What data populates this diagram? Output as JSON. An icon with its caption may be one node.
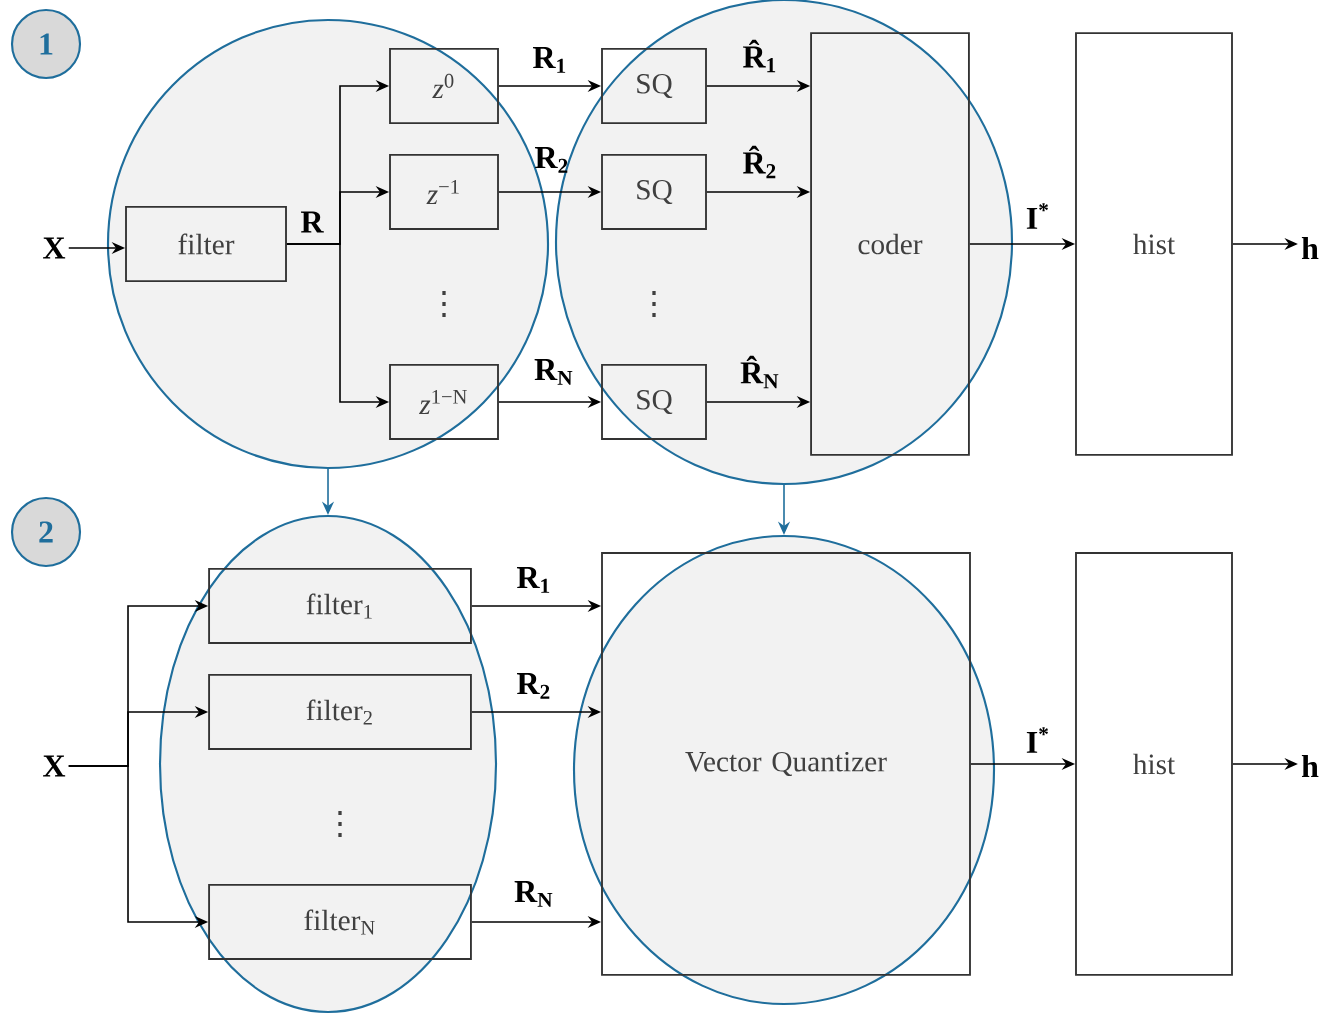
{
  "diagram": {
    "nodes": [
      {
        "text": [
          "1"
        ]
      },
      {
        "text": [
          "X"
        ]
      },
      {
        "text": [
          "filter"
        ],
        "in": 12
      },
      {
        "text": [
          "*z*$^{0}$"
        ],
        "in": 12
      },
      {
        "text": [
          "*z*$^{−1}$"
        ],
        "in": 12
      },
      {
        "text": [
          "*z*$^{1−N}$"
        ],
        "in": 12
      },
      {
        "text": [
          "SQ"
        ],
        "in": 13
      },
      {
        "text": [
          "SQ"
        ],
        "in": 13
      },
      {
        "text": [
          "SQ"
        ],
        "in": 13
      },
      {
        "text": [
          "coder"
        ],
        "in": 13
      },
      {
        "text": [
          "hist"
        ]
      },
      {
        "text": [
          "h"
        ]
      },
      {
        "text": [],
        "shape": "ellipse"
      },
      {
        "text": [],
        "shape": "ellipse"
      },
      {
        "text": [
          "2"
        ]
      },
      {
        "text": [
          "X"
        ]
      },
      {
        "text": [
          "filter$_{1}$"
        ],
        "in": 22
      },
      {
        "text": [
          "filter$_{2}$"
        ],
        "in": 22
      },
      {
        "text": [
          "filter$_{N}$"
        ],
        "in": 22
      },
      {
        "text": [
          "Vector Quantizer"
        ],
        "in": 23
      },
      {
        "text": [
          "hist"
        ]
      },
      {
        "text": [
          "h"
        ]
      },
      {
        "text": [],
        "shape": "ellipse"
      },
      {
        "text": [],
        "shape": "ellipse"
      }
    ],
    "edges": [
      {
        "from": 1,
        "to": 2,
        "arrow": "to"
      },
      {
        "from": 2,
        "to": 3,
        "arrow": "to",
        "label": "R"
      },
      {
        "from": 2,
        "to": 4,
        "arrow": "to"
      },
      {
        "from": 2,
        "to": 5,
        "arrow": "to"
      },
      {
        "from": 3,
        "to": 6,
        "arrow": "to",
        "label": "R$_{1}$"
      },
      {
        "from": 4,
        "to": 7,
        "arrow": "to",
        "label": "R$_{2}$"
      },
      {
        "from": 5,
        "to": 8,
        "arrow": "to",
        "label": "R$_{N}$"
      },
      {
        "from": 6,
        "to": 9,
        "arrow": "to",
        "label": "R̂$_{1}$"
      },
      {
        "from": 7,
        "to": 9,
        "arrow": "to",
        "label": "R̂$_{2}$"
      },
      {
        "from": 8,
        "to": 9,
        "arrow": "to",
        "label": "R̂$_{N}$"
      },
      {
        "from": 9,
        "to": 10,
        "arrow": "to",
        "label": "I$^{*}$"
      },
      {
        "from": 10,
        "to": 11,
        "arrow": "to"
      },
      {
        "from": 12,
        "to": 22,
        "arrow": "to",
        "color": "#1f6e9c"
      },
      {
        "from": 13,
        "to": 23,
        "arrow": "to",
        "color": "#1f6e9c"
      },
      {
        "from": 15,
        "to": 16,
        "arrow": "to"
      },
      {
        "from": 15,
        "to": 17,
        "arrow": "to"
      },
      {
        "from": 15,
        "to": 18,
        "arrow": "to"
      },
      {
        "from": 16,
        "to": 19,
        "arrow": "to",
        "label": "R$_{1}$"
      },
      {
        "from": 17,
        "to": 19,
        "arrow": "to",
        "label": "R$_{2}$"
      },
      {
        "from": 18,
        "to": 19,
        "arrow": "to",
        "label": "R$_{N}$"
      },
      {
        "from": 19,
        "to": 20,
        "arrow": "to",
        "label": "I$^{*}$"
      },
      {
        "from": 20,
        "to": 21,
        "arrow": "to"
      }
    ],
    "labels": [
      "⋮",
      "⋮",
      "⋮"
    ]
  }
}
